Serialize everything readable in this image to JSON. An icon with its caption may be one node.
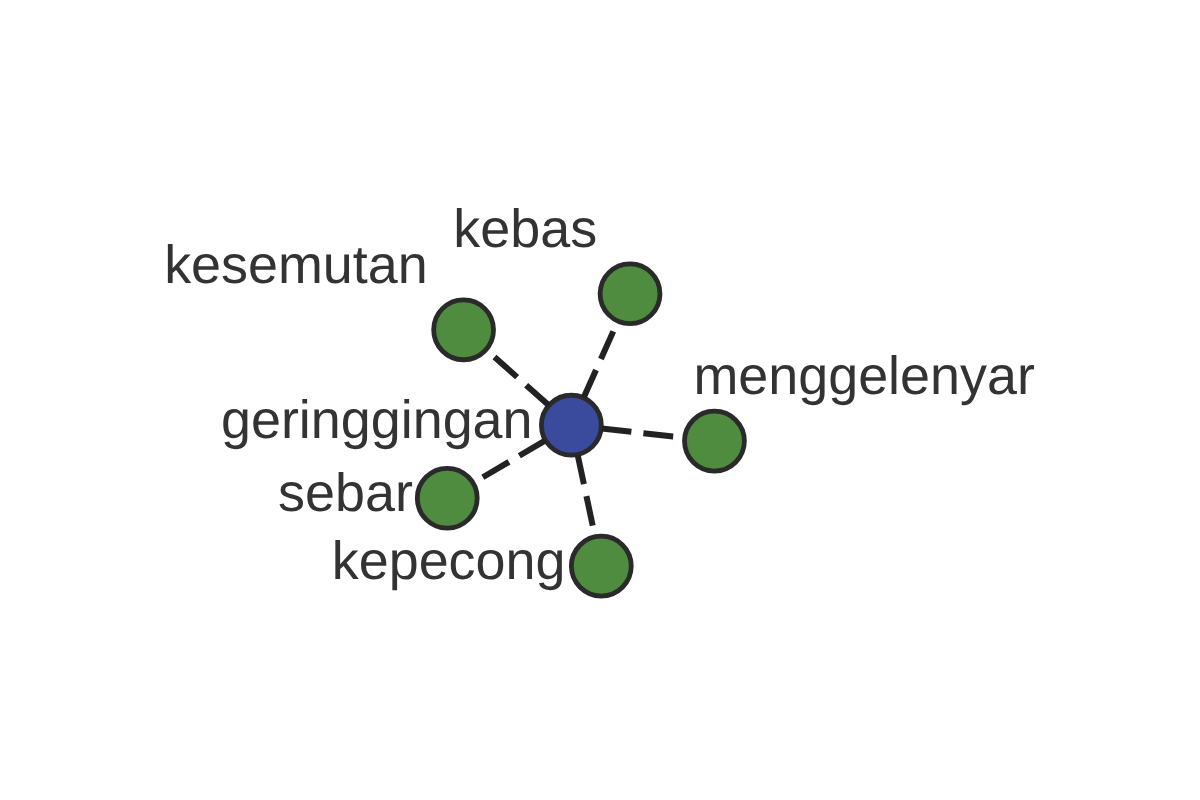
{
  "diagram": {
    "nodes": [
      {
        "text": [
          "kesemutan"
        ]
      },
      {
        "text": [
          "menggelenyar"
        ]
      },
      {
        "text": [
          "kepecong"
        ]
      },
      {
        "text": [
          "geringgingan"
        ]
      },
      {
        "text": [
          "kebas"
        ]
      },
      {
        "text": [
          "sebar"
        ]
      }
    ],
    "edges": [
      {
        "from": 3,
        "to": 0,
        "arrow": "none",
        "style": "dashed"
      },
      {
        "from": 3,
        "to": 1,
        "arrow": "none",
        "style": "dashed"
      },
      {
        "from": 3,
        "to": 2,
        "arrow": "none",
        "style": "dashed"
      },
      {
        "from": 3,
        "to": 4,
        "arrow": "none",
        "style": "dashed"
      },
      {
        "from": 3,
        "to": 5,
        "arrow": "none",
        "style": "dashed"
      }
    ]
  }
}
